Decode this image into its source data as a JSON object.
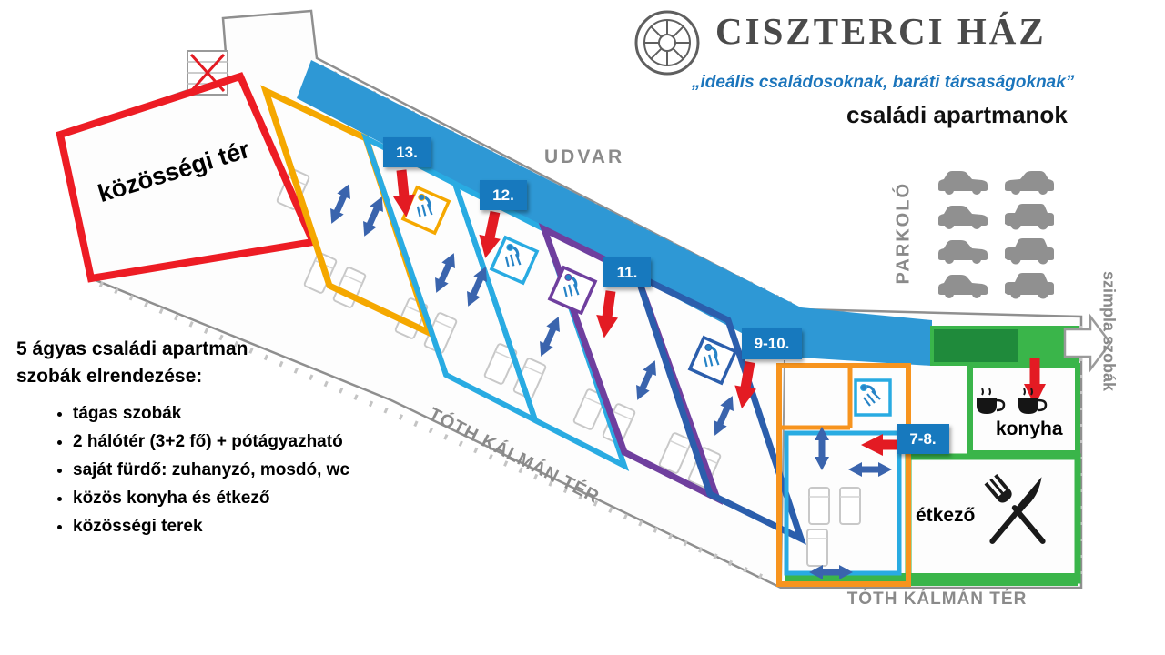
{
  "header": {
    "brand": "CISZTERCI HÁZ",
    "tagline": "„ideális családosoknak, baráti társaságoknak”",
    "category": "családi apartmanok"
  },
  "info": {
    "title_line1": "5 ágyas családi apartman",
    "title_line2": "szobák elrendezése:",
    "bullets": [
      "tágas szobák",
      "2 hálótér (3+2 fő) + pótágyazható",
      "saját fürdő: zuhanyzó, mosdó, wc",
      "közös konyha és étkező",
      "közösségi terek"
    ]
  },
  "plan": {
    "labels": {
      "udvar": "UDVAR",
      "parkolo": "PARKOLÓ",
      "szimpla_szobak": "szimpla szobák",
      "toth_kalman_ter_diagonal": "TÓTH KÁLMÁN TÉR",
      "toth_kalman_ter_bottom": "TÓTH KÁLMÁN TÉR",
      "kozossegi_ter": "közösségi tér",
      "konyha": "konyha",
      "etkezo": "étkező"
    },
    "room_badges": [
      {
        "label": "13."
      },
      {
        "label": "12."
      },
      {
        "label": "11."
      },
      {
        "label": "9-10."
      },
      {
        "label": "7-8."
      }
    ]
  },
  "palette": {
    "red": "#ed1c24",
    "yellow": "#f5a800",
    "cyan": "#29abe2",
    "purple": "#6f3f9e",
    "royal_blue": "#2b5eac",
    "corridor_blue": "#2e98d5",
    "orange": "#f7941e",
    "green": "#3ab54a",
    "dark_green": "#1f8a3b",
    "badge_blue": "#1779be",
    "label_gray": "#8a8a8a"
  }
}
